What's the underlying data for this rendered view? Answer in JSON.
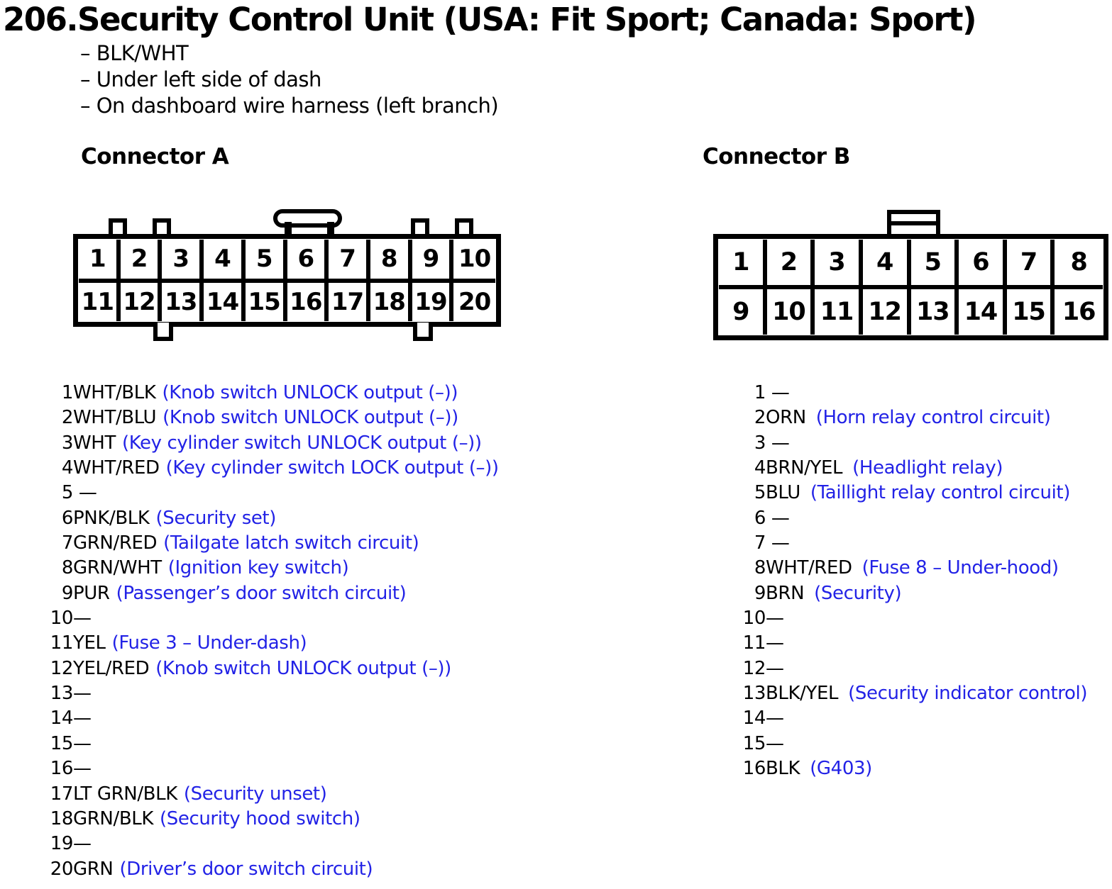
{
  "page": {
    "title": "206.Security Control Unit (USA: Fit Sport; Canada: Sport)",
    "bullets": [
      "– BLK/WHT",
      "– Under left side of dash",
      "– On dashboard wire harness (left branch)"
    ],
    "colors": {
      "text": "#000000",
      "description_blue": "#2222e6",
      "diagram_line": "#000000",
      "background": "#ffffff"
    }
  },
  "connector_a": {
    "heading": "Connector A",
    "cell_numbers": [
      "1",
      "2",
      "3",
      "4",
      "5",
      "6",
      "7",
      "8",
      "9",
      "10",
      "11",
      "12",
      "13",
      "14",
      "15",
      "16",
      "17",
      "18",
      "19",
      "20"
    ],
    "pins": [
      {
        "num": "1",
        "wire": "WHT/BLK",
        "desc": "(Knob switch UNLOCK output (–))"
      },
      {
        "num": "2",
        "wire": "WHT/BLU",
        "desc": "(Knob switch UNLOCK output (–))"
      },
      {
        "num": "3",
        "wire": "WHT",
        "desc": "(Key cylinder switch UNLOCK output (–))"
      },
      {
        "num": "4",
        "wire": "WHT/RED",
        "desc": "(Key cylinder switch LOCK output (–))"
      },
      {
        "num": "5",
        "wire": " —",
        "desc": ""
      },
      {
        "num": "6",
        "wire": "PNK/BLK",
        "desc": "(Security set)"
      },
      {
        "num": "7",
        "wire": "GRN/RED",
        "desc": "(Tailgate latch switch circuit)"
      },
      {
        "num": "8",
        "wire": "GRN/WHT",
        "desc": "(Ignition key switch)"
      },
      {
        "num": "9",
        "wire": "PUR",
        "desc": "(Passenger’s door switch circuit)"
      },
      {
        "num": "10",
        "wire": "—",
        "desc": ""
      },
      {
        "num": "11",
        "wire": "YEL",
        "desc": "(Fuse 3 – Under-dash)"
      },
      {
        "num": "12",
        "wire": "YEL/RED",
        "desc": "(Knob switch UNLOCK output (–))"
      },
      {
        "num": "13",
        "wire": "—",
        "desc": ""
      },
      {
        "num": "14",
        "wire": "—",
        "desc": ""
      },
      {
        "num": "15",
        "wire": "—",
        "desc": ""
      },
      {
        "num": "16",
        "wire": "—",
        "desc": ""
      },
      {
        "num": "17",
        "wire": "LT GRN/BLK",
        "desc": "(Security unset)"
      },
      {
        "num": "18",
        "wire": "GRN/BLK",
        "desc": "(Security hood switch)"
      },
      {
        "num": "19",
        "wire": "—",
        "desc": ""
      },
      {
        "num": "20",
        "wire": "GRN",
        "desc": "(Driver’s door switch circuit)"
      }
    ]
  },
  "connector_b": {
    "heading": "Connector B",
    "cell_numbers": [
      "1",
      "2",
      "3",
      "4",
      "5",
      "6",
      "7",
      "8",
      "9",
      "10",
      "11",
      "12",
      "13",
      "14",
      "15",
      "16"
    ],
    "pins": [
      {
        "num": "1",
        "wire": " —",
        "desc": ""
      },
      {
        "num": "2",
        "wire": "ORN",
        "desc": "(Horn relay control circuit)"
      },
      {
        "num": "3",
        "wire": " —",
        "desc": ""
      },
      {
        "num": "4",
        "wire": "BRN/YEL",
        "desc": "(Headlight relay)"
      },
      {
        "num": "5",
        "wire": "BLU",
        "desc": "(Taillight relay control circuit)"
      },
      {
        "num": "6",
        "wire": " —",
        "desc": ""
      },
      {
        "num": "7",
        "wire": " —",
        "desc": ""
      },
      {
        "num": "8",
        "wire": "WHT/RED",
        "desc": "(Fuse 8 – Under-hood)"
      },
      {
        "num": "9",
        "wire": "BRN",
        "desc": "(Security)"
      },
      {
        "num": "10",
        "wire": "—",
        "desc": ""
      },
      {
        "num": "11",
        "wire": "—",
        "desc": ""
      },
      {
        "num": "12",
        "wire": "—",
        "desc": ""
      },
      {
        "num": "13",
        "wire": "BLK/YEL",
        "desc": "(Security indicator control)"
      },
      {
        "num": "14",
        "wire": "—",
        "desc": ""
      },
      {
        "num": "15",
        "wire": "—",
        "desc": ""
      },
      {
        "num": "16",
        "wire": "BLK",
        "desc": "(G403)"
      }
    ]
  }
}
